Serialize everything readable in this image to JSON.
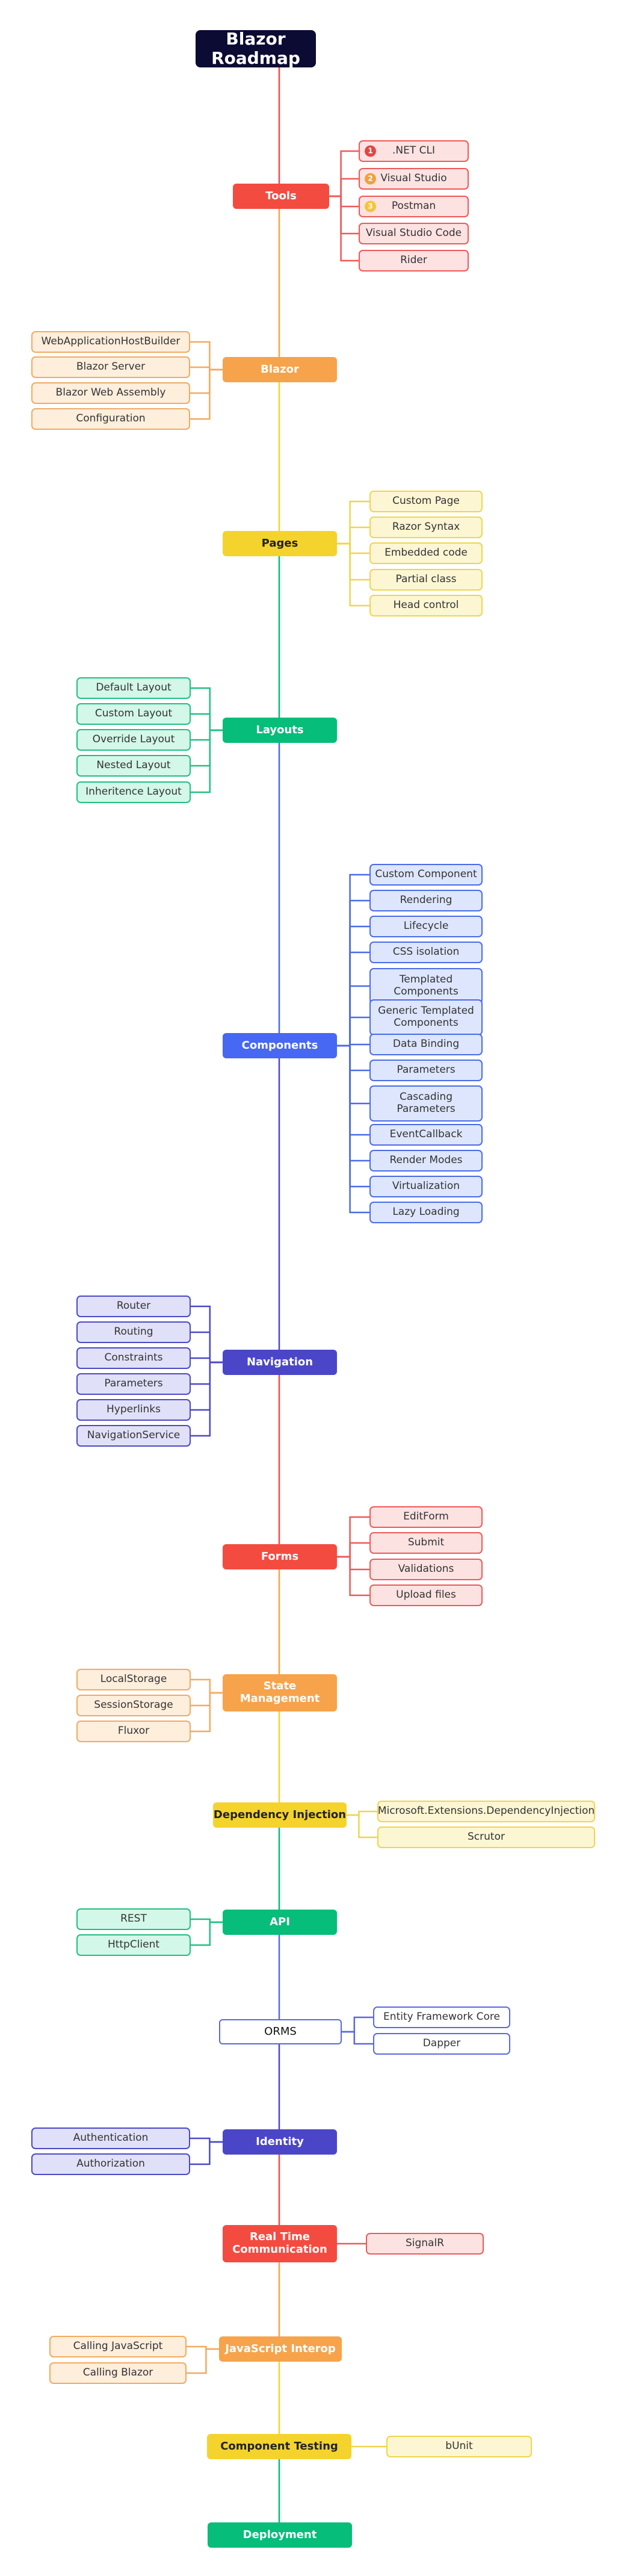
{
  "colors": {
    "title_bg": "#0b0b34",
    "red": "#f44b41",
    "orange": "#f7a34b",
    "yellow": "#f4d32c",
    "green": "#06bd79",
    "blue": "#4668f2",
    "indigo": "#4b46c8",
    "white": "#ffffff",
    "red_fill": "#fde2e2",
    "red_border": "#ef5858",
    "orange_fill": "#feeedc",
    "orange_border": "#f2aa60",
    "yellow_fill": "#fdf6d3",
    "yellow_border": "#f0d54b",
    "green_fill": "#d3f7e8",
    "green_border": "#20bf82",
    "blue_fill": "#dde6fd",
    "blue_border": "#4a6ae8",
    "indigo_fill": "#e0e0f8",
    "indigo_border": "#4b48c6",
    "white_fill": "#ffffff",
    "white_border": "#5868e0",
    "badge_red": "#e54545",
    "badge_orange": "#f0a23c",
    "badge_yellow": "#f2c53a"
  },
  "title": "Blazor Roadmap",
  "sections": [
    {
      "id": "tools",
      "label": "Tools",
      "color": "red",
      "side": "right",
      "theme": "red",
      "items": [
        {
          "label": ".NET CLI",
          "badge": "1",
          "badge_color": "badge_red"
        },
        {
          "label": "Visual Studio",
          "badge": "2",
          "badge_color": "badge_orange"
        },
        {
          "label": "Postman",
          "badge": "3",
          "badge_color": "badge_yellow"
        },
        {
          "label": "Visual Studio Code"
        },
        {
          "label": "Rider"
        }
      ]
    },
    {
      "id": "blazor",
      "label": "Blazor",
      "color": "orange",
      "side": "left",
      "theme": "orange",
      "items": [
        {
          "label": "WebApplicationHostBuilder"
        },
        {
          "label": "Blazor Server"
        },
        {
          "label": "Blazor Web Assembly"
        },
        {
          "label": "Configuration"
        }
      ]
    },
    {
      "id": "pages",
      "label": "Pages",
      "color": "yellow",
      "side": "right",
      "theme": "yellow",
      "items": [
        {
          "label": "Custom Page"
        },
        {
          "label": "Razor Syntax"
        },
        {
          "label": "Embedded code"
        },
        {
          "label": "Partial class"
        },
        {
          "label": "Head control"
        }
      ]
    },
    {
      "id": "layouts",
      "label": "Layouts",
      "color": "green",
      "side": "left",
      "theme": "green",
      "items": [
        {
          "label": "Default Layout"
        },
        {
          "label": "Custom Layout"
        },
        {
          "label": "Override Layout"
        },
        {
          "label": "Nested Layout"
        },
        {
          "label": "Inheritence Layout"
        }
      ]
    },
    {
      "id": "components",
      "label": "Components",
      "color": "blue",
      "side": "right",
      "theme": "blue",
      "items": [
        {
          "label": "Custom Component"
        },
        {
          "label": "Rendering"
        },
        {
          "label": "Lifecycle"
        },
        {
          "label": "CSS isolation"
        },
        {
          "label": "Templated Components"
        },
        {
          "label": "Generic Templated Components"
        },
        {
          "label": "Data Binding"
        },
        {
          "label": "Parameters"
        },
        {
          "label": "Cascading Parameters"
        },
        {
          "label": "EventCallback"
        },
        {
          "label": "Render Modes"
        },
        {
          "label": "Virtualization"
        },
        {
          "label": "Lazy Loading"
        }
      ]
    },
    {
      "id": "navigation",
      "label": "Navigation",
      "color": "indigo",
      "side": "left",
      "theme": "indigo",
      "items": [
        {
          "label": "Router"
        },
        {
          "label": "Routing"
        },
        {
          "label": "Constraints"
        },
        {
          "label": "Parameters"
        },
        {
          "label": "Hyperlinks"
        },
        {
          "label": "NavigationService"
        }
      ]
    },
    {
      "id": "forms",
      "label": "Forms",
      "color": "red",
      "side": "right",
      "theme": "red",
      "items": [
        {
          "label": "EditForm"
        },
        {
          "label": "Submit"
        },
        {
          "label": "Validations"
        },
        {
          "label": "Upload files"
        }
      ]
    },
    {
      "id": "state",
      "label": "State Management",
      "color": "orange",
      "side": "left",
      "theme": "orange",
      "items": [
        {
          "label": "LocalStorage"
        },
        {
          "label": "SessionStorage"
        },
        {
          "label": "Fluxor"
        }
      ]
    },
    {
      "id": "di",
      "label": "Dependency Injection",
      "color": "yellow",
      "side": "right",
      "theme": "yellow",
      "items": [
        {
          "label": "Microsoft.Extensions.DependencyInjection"
        },
        {
          "label": "Scrutor"
        }
      ]
    },
    {
      "id": "api",
      "label": "API",
      "color": "green",
      "side": "left",
      "theme": "green",
      "items": [
        {
          "label": "REST"
        },
        {
          "label": "HttpClient"
        }
      ]
    },
    {
      "id": "orms",
      "label": "ORMS",
      "color": "white",
      "side": "right",
      "theme": "white",
      "items": [
        {
          "label": "Entity Framework Core"
        },
        {
          "label": "Dapper"
        }
      ]
    },
    {
      "id": "identity",
      "label": "Identity",
      "color": "indigo",
      "side": "left",
      "theme": "indigo",
      "items": [
        {
          "label": "Authentication"
        },
        {
          "label": "Authorization"
        }
      ]
    },
    {
      "id": "realtime",
      "label": "Real Time Communication",
      "color": "red",
      "side": "right",
      "theme": "red",
      "items": [
        {
          "label": "SignalR"
        }
      ]
    },
    {
      "id": "jsinterop",
      "label": "JavaScript Interop",
      "color": "orange",
      "side": "left",
      "theme": "orange",
      "items": [
        {
          "label": "Calling JavaScript"
        },
        {
          "label": "Calling Blazor"
        }
      ]
    },
    {
      "id": "testing",
      "label": "Component Testing",
      "color": "yellow",
      "side": "right",
      "theme": "yellow",
      "items": [
        {
          "label": "bUnit"
        }
      ]
    },
    {
      "id": "deployment",
      "label": "Deployment",
      "color": "green",
      "side": "none",
      "theme": "green",
      "items": []
    }
  ]
}
